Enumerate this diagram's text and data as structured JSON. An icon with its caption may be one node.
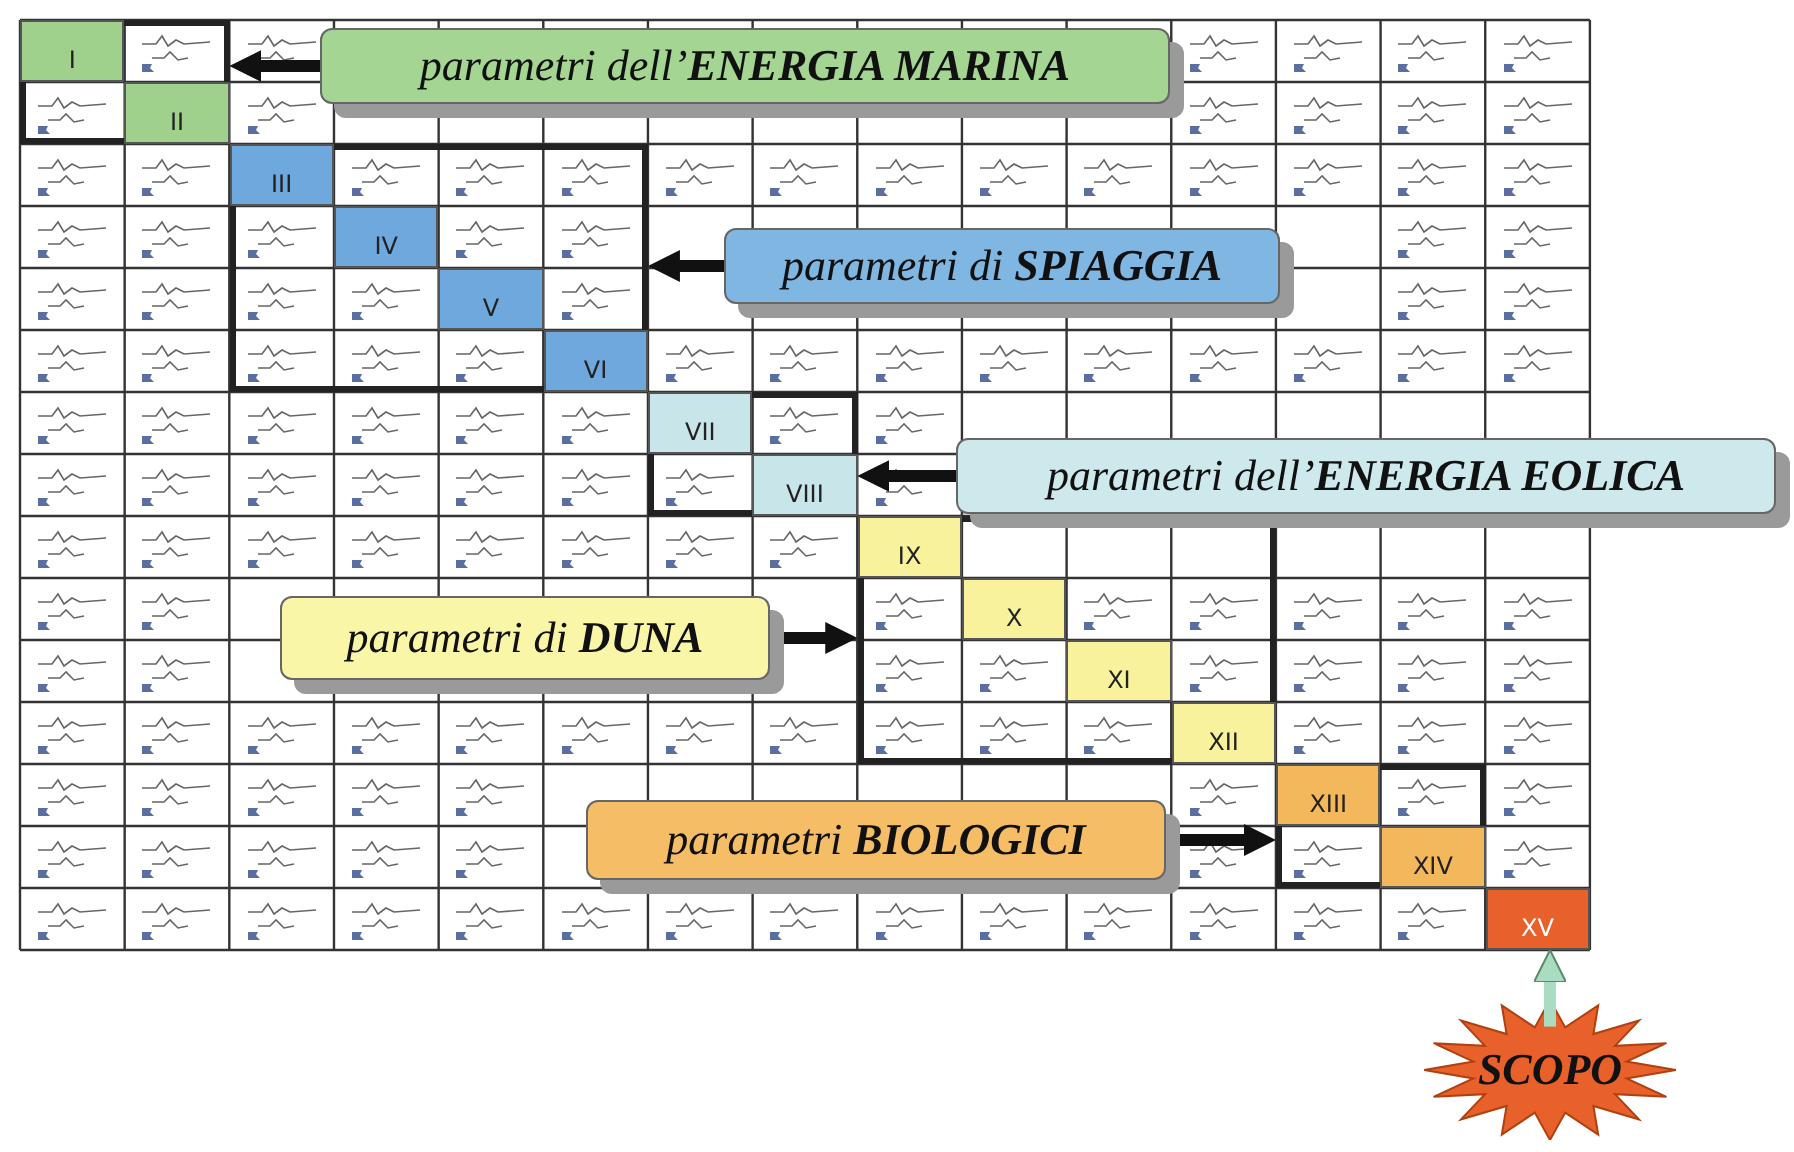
{
  "diagram": {
    "nodes": [
      {
        "text": [],
        "shape": "box"
      },
      {
        "text": [
          "I"
        ],
        "in": 0
      },
      {
        "text": [
          "II"
        ],
        "in": 0
      },
      {
        "text": [
          "parametri dell’**ENERGIA MARINA**"
        ]
      },
      {
        "text": [],
        "shape": "box"
      },
      {
        "text": [
          "III"
        ],
        "in": 4
      },
      {
        "text": [
          "IV"
        ],
        "in": 4
      },
      {
        "text": [
          "V"
        ],
        "in": 4
      },
      {
        "text": [
          "VI"
        ],
        "in": 4
      },
      {
        "text": [
          "parametri di **SPIAGGIA**"
        ]
      },
      {
        "text": [],
        "shape": "box"
      },
      {
        "text": [
          "VII"
        ],
        "in": 10
      },
      {
        "text": [
          "VIII"
        ],
        "in": 10
      },
      {
        "text": [
          "parametri dell’**ENERGIA EOLICA**"
        ]
      },
      {
        "text": [],
        "shape": "box"
      },
      {
        "text": [
          "IX"
        ],
        "in": 14
      },
      {
        "text": [
          "X"
        ],
        "in": 14
      },
      {
        "text": [
          "XI"
        ],
        "in": 14
      },
      {
        "text": [
          "XII"
        ],
        "in": 14
      },
      {
        "text": [
          "parametri di **DUNA**"
        ]
      },
      {
        "text": [],
        "shape": "box"
      },
      {
        "text": [
          "XIII"
        ],
        "in": 20
      },
      {
        "text": [
          "XIV"
        ],
        "in": 20
      },
      {
        "text": [
          "parametri **BIOLOGICI**"
        ]
      },
      {
        "text": [
          "XV"
        ]
      },
      {
        "text": [
          "SCOPO"
        ]
      }
    ],
    "edges": [
      {
        "from": 3,
        "to": 0,
        "arrow": "to"
      },
      {
        "from": 9,
        "to": 4,
        "arrow": "to"
      },
      {
        "from": 13,
        "to": 10,
        "arrow": "to"
      },
      {
        "from": 19,
        "to": 14,
        "arrow": "to"
      },
      {
        "from": 23,
        "to": 20,
        "arrow": "to"
      },
      {
        "from": 25,
        "to": 24,
        "arrow": "to",
        "color": "#a9dcc0"
      }
    ]
  }
}
